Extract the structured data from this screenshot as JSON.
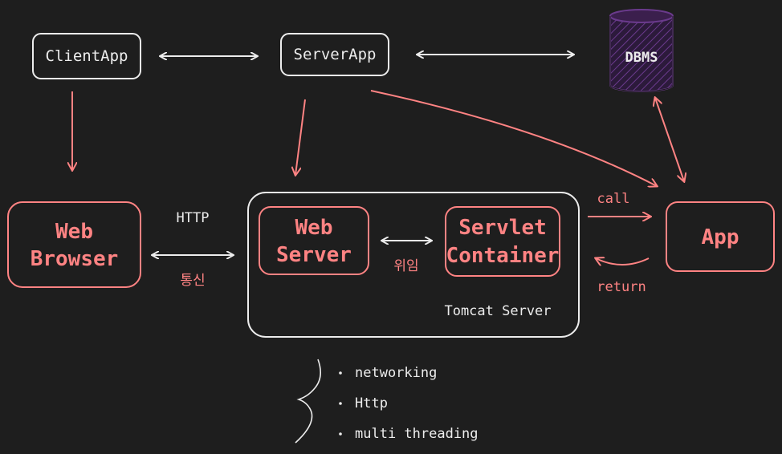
{
  "nodes": {
    "client_app": "ClientApp",
    "server_app": "ServerApp",
    "dbms": "DBMS",
    "web_browser_line1": "Web",
    "web_browser_line2": "Browser",
    "web_server_line1": "Web",
    "web_server_line2": "Server",
    "servlet_container_line1": "Servlet",
    "servlet_container_line2": "Container",
    "tomcat_server": "Tomcat Server",
    "app": "App"
  },
  "edges": {
    "http": "HTTP",
    "communication": "통신",
    "delegation": "위임",
    "call": "call",
    "return": "return"
  },
  "notes": [
    "networking",
    "Http",
    "multi threading"
  ],
  "colors": {
    "background": "#1e1e1e",
    "white_stroke": "#ececec",
    "red_stroke": "#ff8383",
    "dbms_fill": "#3b1f4d"
  }
}
